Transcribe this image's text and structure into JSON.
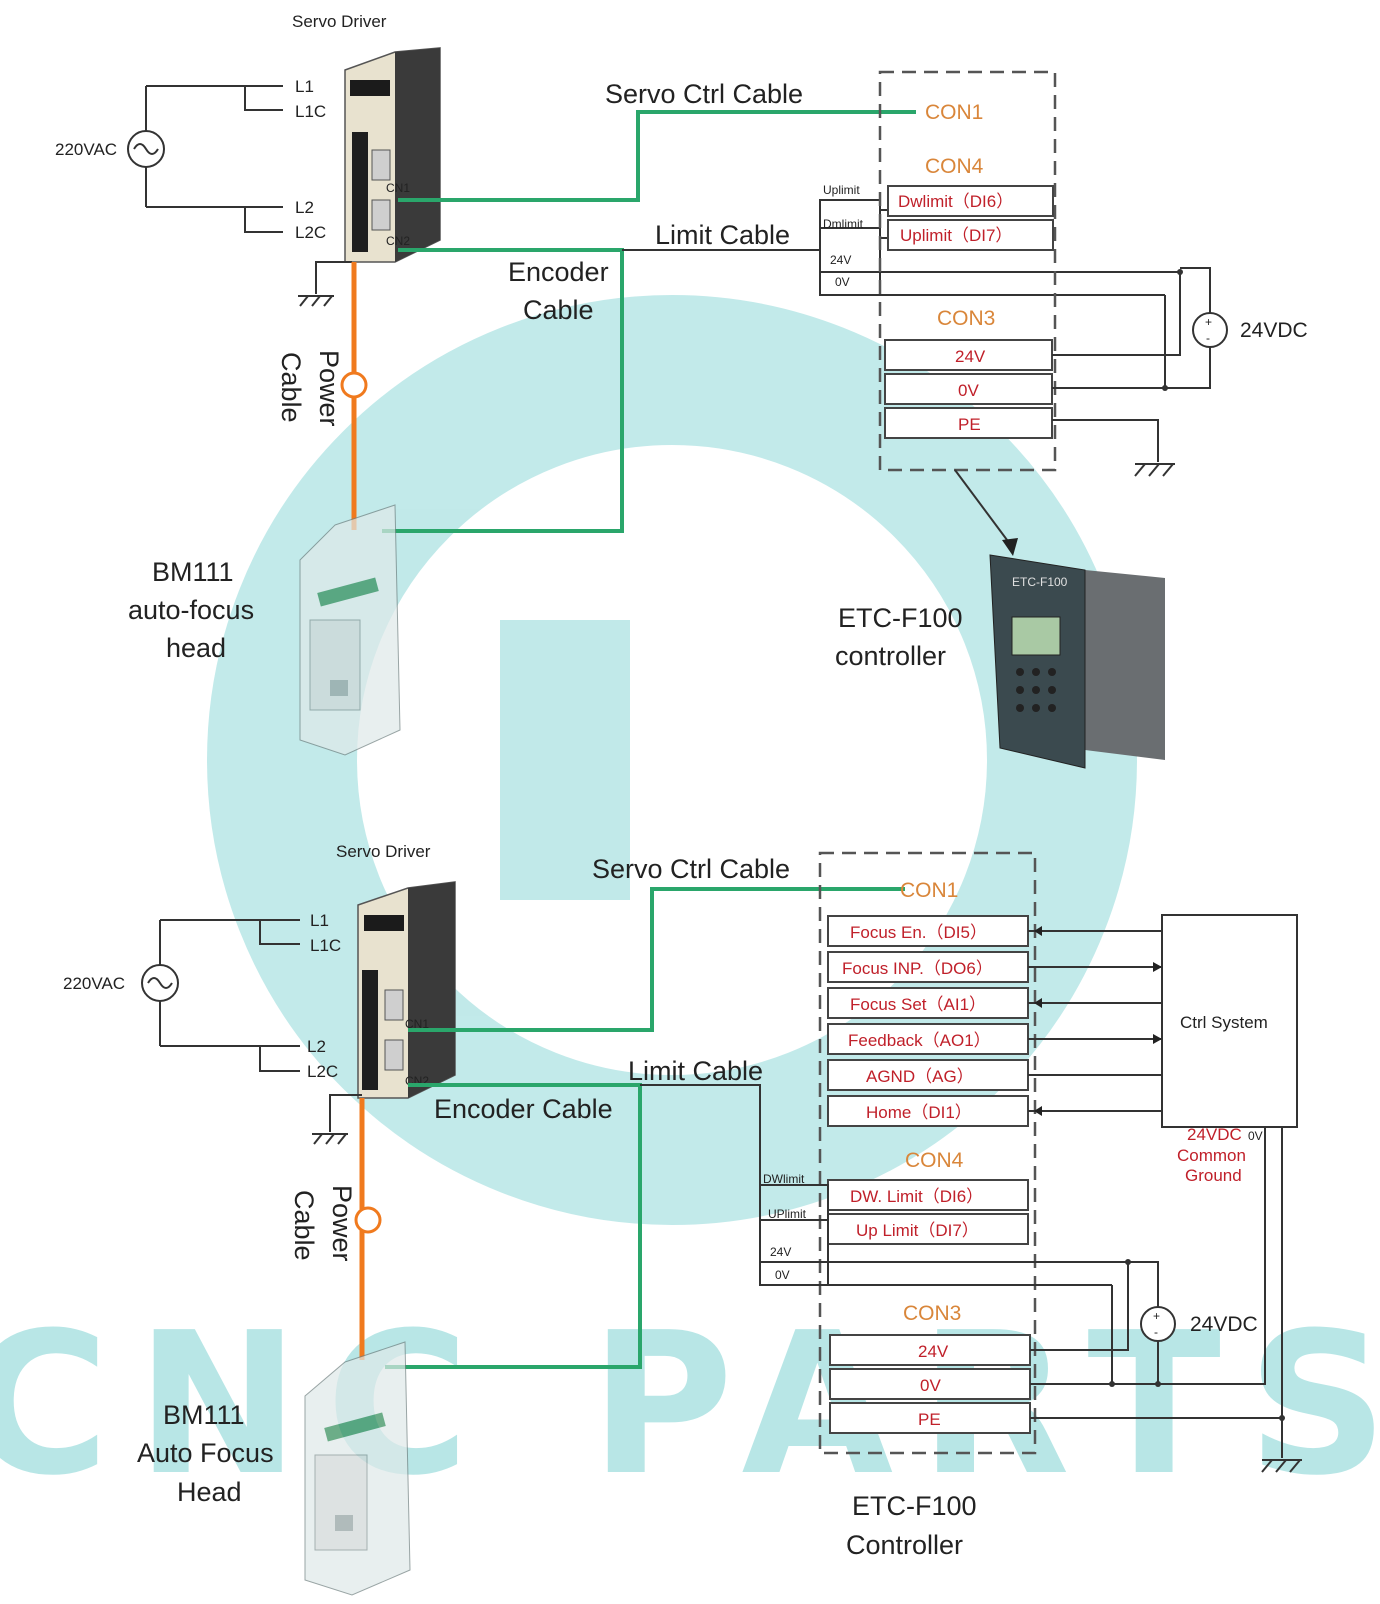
{
  "watermark": {
    "text": "CNC PARTS",
    "color": "#7fd3d3"
  },
  "colors": {
    "signal_cable": "#2aa66b",
    "power_cable": "#f07a1e",
    "connector_label": "#d9863a",
    "terminal_label": "#c0202a"
  },
  "top": {
    "servo_title": "Servo Driver",
    "ac_source": "220VAC",
    "ac_terminals": [
      "L1",
      "L1C",
      "L2",
      "L2C"
    ],
    "driver_ports": [
      "CN1",
      "CN2"
    ],
    "servo_ctrl_cable": "Servo Ctrl Cable",
    "limit_cable": "Limit Cable",
    "encoder_cable_1": "Encoder",
    "encoder_cable_2": "Cable",
    "power_cable_1": "Power",
    "power_cable_2": "Cable",
    "con1": "CON1",
    "con4": "CON4",
    "con4_terminals": [
      "Dwlimit（DI6）",
      "Uplimit（DI7）"
    ],
    "limit_wires": [
      "Uplimit",
      "Dmlimit",
      "24V",
      "0V"
    ],
    "con3": "CON3",
    "con3_terminals": [
      "24V",
      "0V",
      "PE"
    ],
    "dc_source": "24VDC",
    "head_1": "BM111",
    "head_2": "auto-focus",
    "head_3": "head",
    "controller_1": "ETC-F100",
    "controller_2": "controller",
    "device_label": "ETC-F100"
  },
  "bottom": {
    "servo_title": "Servo Driver",
    "ac_source": "220VAC",
    "ac_terminals": [
      "L1",
      "L1C",
      "L2",
      "L2C"
    ],
    "driver_ports": [
      "CN1",
      "CN2"
    ],
    "servo_ctrl_cable": "Servo Ctrl Cable",
    "limit_cable": "Limit Cable",
    "encoder_cable": "Encoder Cable",
    "power_cable_1": "Power",
    "power_cable_2": "Cable",
    "con1": "CON1",
    "con1_terminals": [
      "Focus En.（DI5）",
      "Focus INP.（DO6）",
      "Focus Set（AI1）",
      "Feedback（AO1）",
      "AGND（AG）",
      "Home（DI1）"
    ],
    "ctrl_system": "Ctrl System",
    "common_ground_1": "24VDC",
    "common_ground_0v": "0V",
    "common_ground_2": "Common",
    "common_ground_3": "Ground",
    "con4": "CON4",
    "con4_terminals": [
      "DW. Limit（DI6）",
      "Up Limit（DI7）"
    ],
    "limit_wires": [
      "DWlimit",
      "UPlimit",
      "24V",
      "0V"
    ],
    "con3": "CON3",
    "con3_terminals": [
      "24V",
      "0V",
      "PE"
    ],
    "dc_source": "24VDC",
    "head_1": "BM111",
    "head_2": "Auto Focus",
    "head_3": "Head",
    "controller_1": "ETC-F100",
    "controller_2": "Controller"
  }
}
